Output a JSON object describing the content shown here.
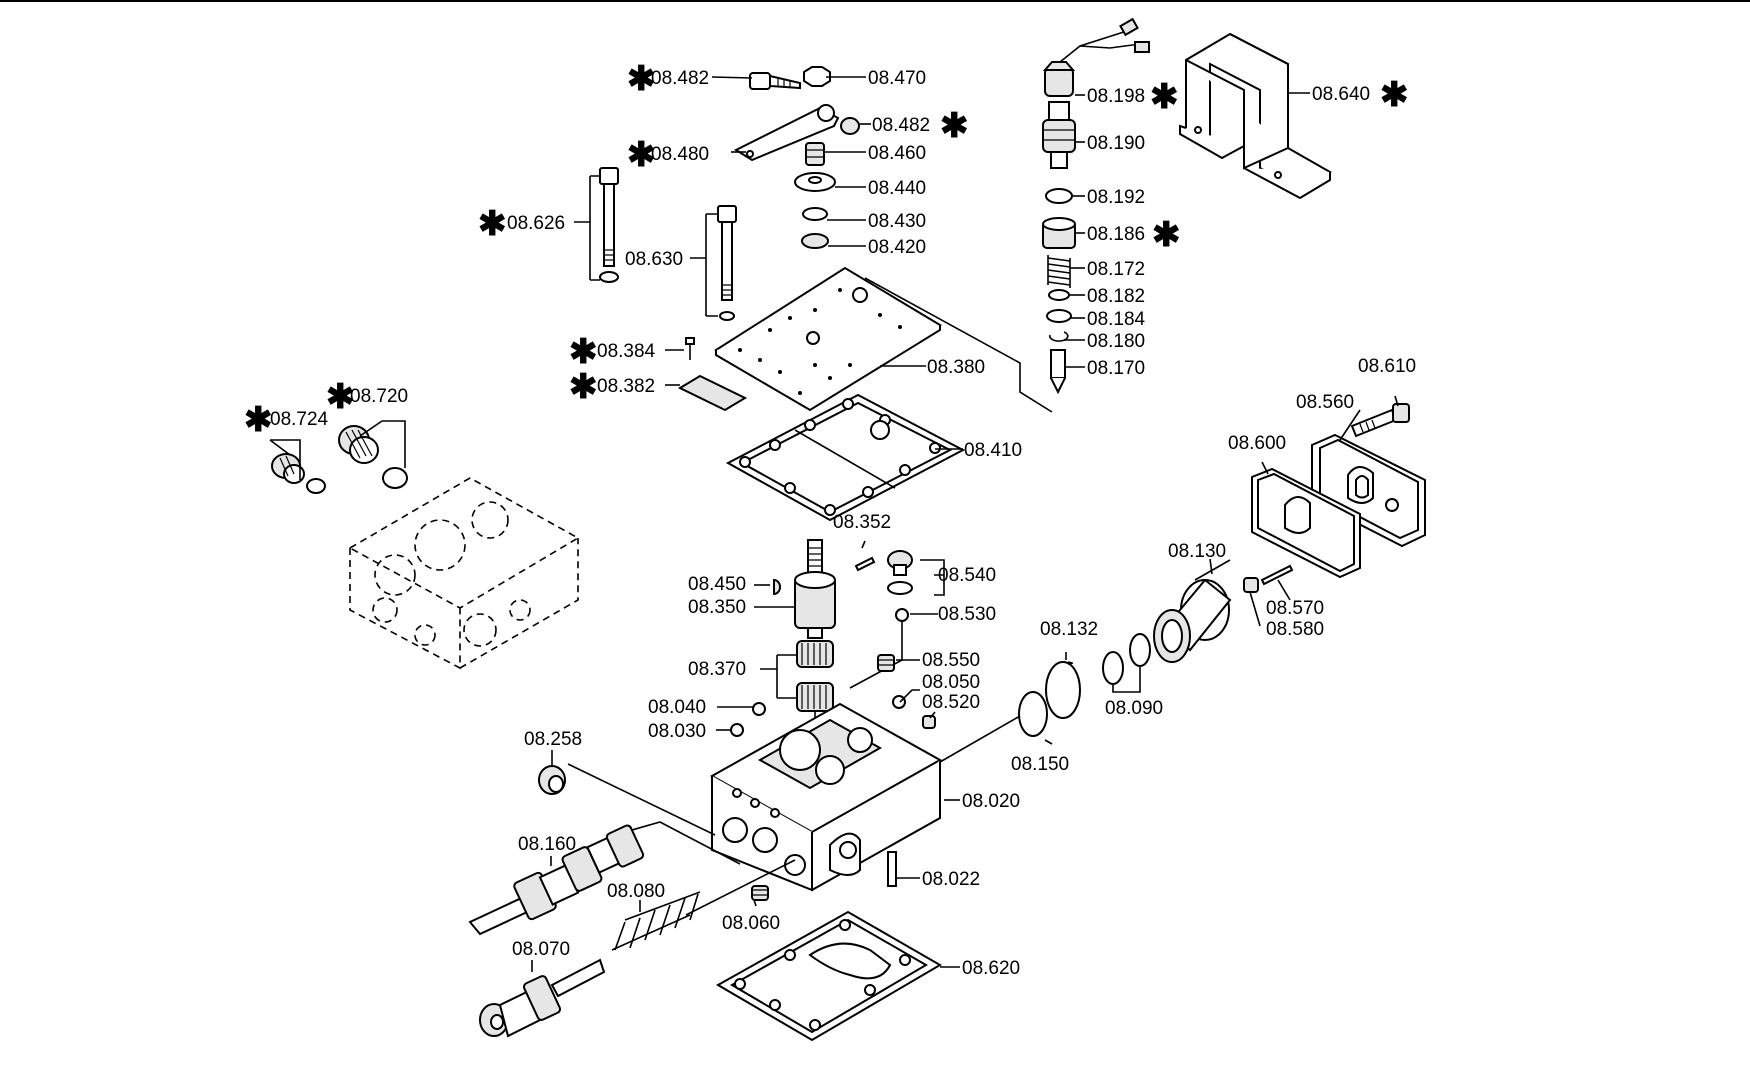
{
  "diagram": {
    "callouts": [
      {
        "id": "c08482a",
        "text": "08.482",
        "starred": true
      },
      {
        "id": "c08470",
        "text": "08.470",
        "starred": false
      },
      {
        "id": "c08482b",
        "text": "08.482",
        "starred": true
      },
      {
        "id": "c08480",
        "text": "08.480",
        "starred": true
      },
      {
        "id": "c08460",
        "text": "08.460",
        "starred": false
      },
      {
        "id": "c08440",
        "text": "08.440",
        "starred": false
      },
      {
        "id": "c08430",
        "text": "08.430",
        "starred": false
      },
      {
        "id": "c08420",
        "text": "08.420",
        "starred": false
      },
      {
        "id": "c08626",
        "text": "08.626",
        "starred": true
      },
      {
        "id": "c08630",
        "text": "08.630",
        "starred": false
      },
      {
        "id": "c08384",
        "text": "08.384",
        "starred": true
      },
      {
        "id": "c08382",
        "text": "08.382",
        "starred": true
      },
      {
        "id": "c08380",
        "text": "08.380",
        "starred": false
      },
      {
        "id": "c08410",
        "text": "08.410",
        "starred": false
      },
      {
        "id": "c08198",
        "text": "08.198",
        "starred": true
      },
      {
        "id": "c08190",
        "text": "08.190",
        "starred": false
      },
      {
        "id": "c08192",
        "text": "08.192",
        "starred": false
      },
      {
        "id": "c08186",
        "text": "08.186",
        "starred": true
      },
      {
        "id": "c08172",
        "text": "08.172",
        "starred": false
      },
      {
        "id": "c08182",
        "text": "08.182",
        "starred": false
      },
      {
        "id": "c08184",
        "text": "08.184",
        "starred": false
      },
      {
        "id": "c08180",
        "text": "08.180",
        "starred": false
      },
      {
        "id": "c08170",
        "text": "08.170",
        "starred": false
      },
      {
        "id": "c08640",
        "text": "08.640",
        "starred": true
      },
      {
        "id": "c08610",
        "text": "08.610",
        "starred": false
      },
      {
        "id": "c08560",
        "text": "08.560",
        "starred": false
      },
      {
        "id": "c08600",
        "text": "08.600",
        "starred": false
      },
      {
        "id": "c08130",
        "text": "08.130",
        "starred": false
      },
      {
        "id": "c08570",
        "text": "08.570",
        "starred": false
      },
      {
        "id": "c08580",
        "text": "08.580",
        "starred": false
      },
      {
        "id": "c08132",
        "text": "08.132",
        "starred": false
      },
      {
        "id": "c08090",
        "text": "08.090",
        "starred": false
      },
      {
        "id": "c08150",
        "text": "08.150",
        "starred": false
      },
      {
        "id": "c08720",
        "text": "08.720",
        "starred": true
      },
      {
        "id": "c08724",
        "text": "08.724",
        "starred": true
      },
      {
        "id": "c08352",
        "text": "08.352",
        "starred": false
      },
      {
        "id": "c08450",
        "text": "08.450",
        "starred": false
      },
      {
        "id": "c08350",
        "text": "08.350",
        "starred": false
      },
      {
        "id": "c08540",
        "text": "08.540",
        "starred": false
      },
      {
        "id": "c08530",
        "text": "08.530",
        "starred": false
      },
      {
        "id": "c08370",
        "text": "08.370",
        "starred": false
      },
      {
        "id": "c08550",
        "text": "08.550",
        "starred": false
      },
      {
        "id": "c08050",
        "text": "08.050",
        "starred": false
      },
      {
        "id": "c08520",
        "text": "08.520",
        "starred": false
      },
      {
        "id": "c08040",
        "text": "08.040",
        "starred": false
      },
      {
        "id": "c08030",
        "text": "08.030",
        "starred": false
      },
      {
        "id": "c08258",
        "text": "08.258",
        "starred": false
      },
      {
        "id": "c08020",
        "text": "08.020",
        "starred": false
      },
      {
        "id": "c08160",
        "text": "08.160",
        "starred": false
      },
      {
        "id": "c08022",
        "text": "08.022",
        "starred": false
      },
      {
        "id": "c08080",
        "text": "08.080",
        "starred": false
      },
      {
        "id": "c08060",
        "text": "08.060",
        "starred": false
      },
      {
        "id": "c08070",
        "text": "08.070",
        "starred": false
      },
      {
        "id": "c08620",
        "text": "08.620",
        "starred": false
      }
    ],
    "star_symbol": "✱"
  }
}
